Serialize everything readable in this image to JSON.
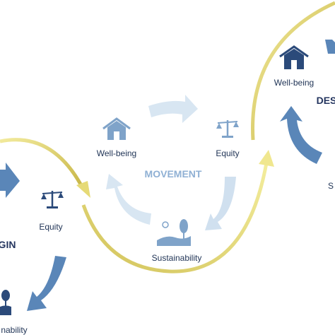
{
  "diagram": {
    "left_stage": {
      "title": "GIN",
      "equity": "Equity",
      "sustainability": "nability"
    },
    "middle_stage": {
      "title": "MOVEMENT",
      "wellbeing": "Well-being",
      "equity": "Equity",
      "sustainability": "Sustainability"
    },
    "right_stage": {
      "title": "DES",
      "wellbeing": "Well-being",
      "sustainability": "S"
    }
  },
  "colors": {
    "title_left": "#24355f",
    "title_middle": "#8fb0d4",
    "title_right": "#24355f",
    "icon_dark": "#2b4a7a",
    "icon_light": "#7fa3c9",
    "arrow_dark": "#5a86b8",
    "arrow_light": "#cfe0ef",
    "ring": "#d8c964"
  },
  "icons": [
    "house-icon",
    "scale-icon",
    "landscape-icon"
  ]
}
